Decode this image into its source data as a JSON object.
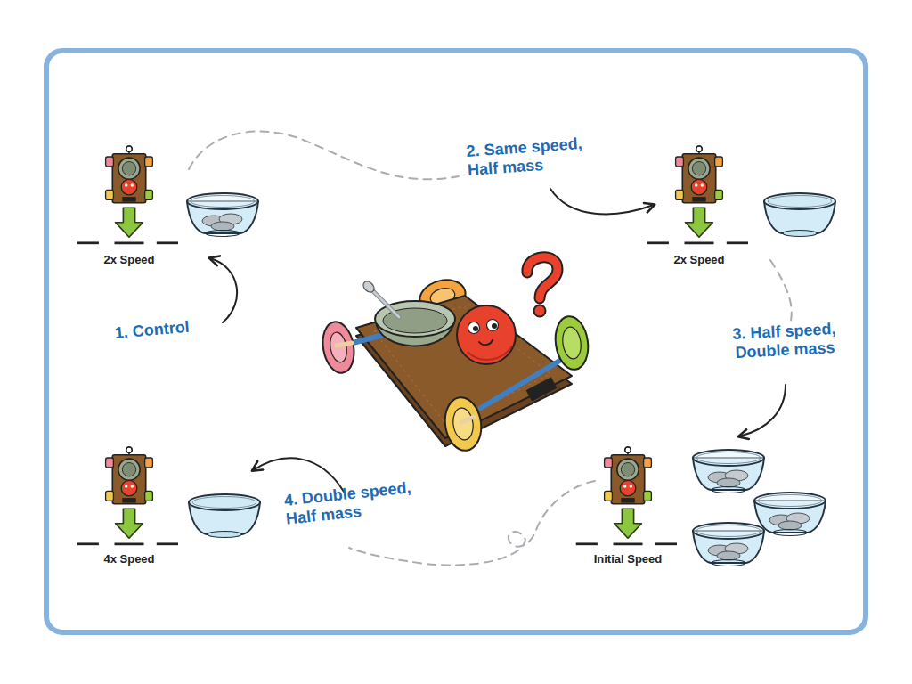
{
  "diagram": {
    "labels": [
      "2x Speed",
      "2. Same speed, Half mass",
      "2x Speed",
      "1. Control",
      "3. Half speed, Double mass",
      "4. Double speed, Half mass",
      "4x Speed",
      "Initial Speed"
    ]
  }
}
